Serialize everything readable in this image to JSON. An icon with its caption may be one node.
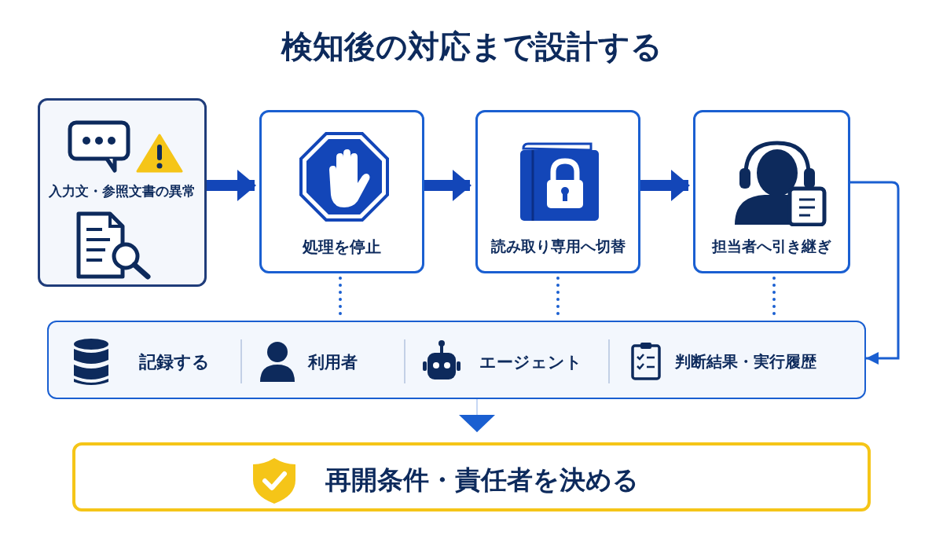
{
  "diagram": {
    "title": "検知後の対応まで設計する",
    "nodes": [
      {
        "text": [
          "入力文・参照文書の異常"
        ]
      },
      {
        "text": [
          "処理を停止"
        ]
      },
      {
        "text": [
          "読み取り専用へ切替"
        ]
      },
      {
        "text": [
          "担当者へ引き継ぎ"
        ]
      },
      {
        "text": [
          "記録する",
          "利用者",
          "エージェント",
          "判断結果・実行履歴"
        ]
      },
      {
        "text": [
          "再開条件・責任者を決める"
        ]
      }
    ],
    "edges": [
      {
        "from": 0,
        "to": 1,
        "arrow": "to",
        "style": "thick"
      },
      {
        "from": 1,
        "to": 2,
        "arrow": "to",
        "style": "thick"
      },
      {
        "from": 2,
        "to": 3,
        "arrow": "to",
        "style": "thick"
      },
      {
        "from": 3,
        "to": 4,
        "arrow": "to"
      },
      {
        "from": 1,
        "to": 4,
        "arrow": "none",
        "style": "dashed"
      },
      {
        "from": 2,
        "to": 4,
        "arrow": "none",
        "style": "dashed"
      },
      {
        "from": 3,
        "to": 4,
        "arrow": "none",
        "style": "dashed"
      },
      {
        "from": 4,
        "to": 5,
        "arrow": "to"
      }
    ]
  }
}
